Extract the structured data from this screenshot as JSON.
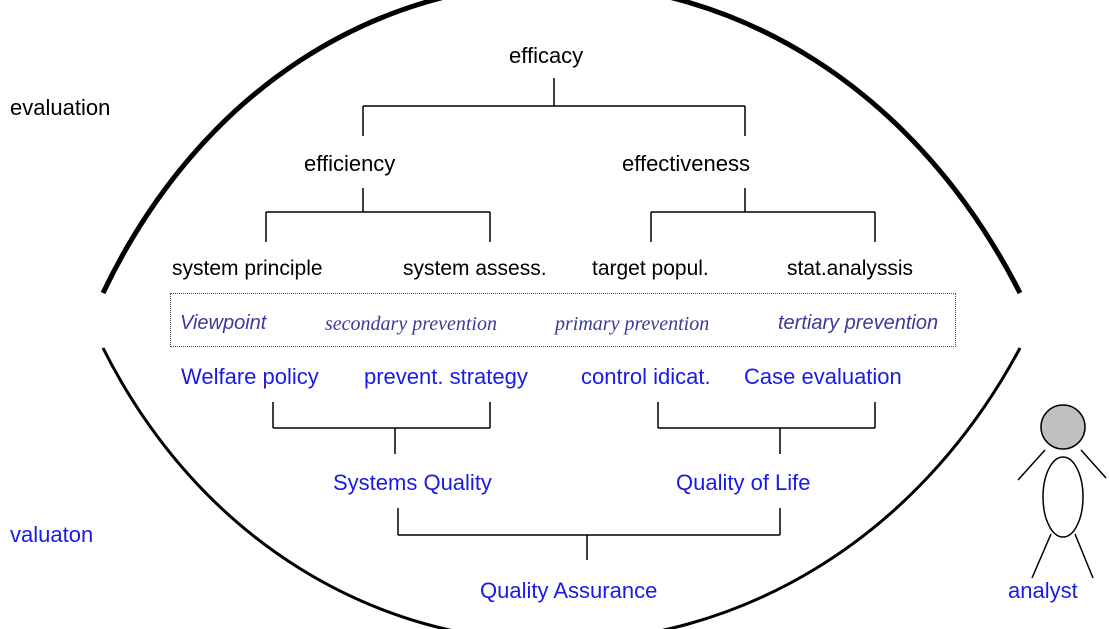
{
  "labels": {
    "evaluation": "evaluation",
    "valuation": "valuaton",
    "analyst": "analyst"
  },
  "top_tree": {
    "root": "efficacy",
    "left": "efficiency",
    "right": "effectiveness",
    "left_children": [
      "system principle",
      "system assess."
    ],
    "right_children": [
      "target popul.",
      "stat.analyssis"
    ]
  },
  "viewpoint_row": {
    "viewpoint": "Viewpoint",
    "secondary": "secondary prevention",
    "primary": "primary prevention",
    "tertiary": "tertiary prevention"
  },
  "bottom_tree": {
    "leaves": [
      "Welfare policy",
      "prevent. strategy",
      "control idicat.",
      "Case evaluation"
    ],
    "left": "Systems Quality",
    "right": "Quality of Life",
    "root": "Quality Assurance"
  },
  "colors": {
    "blue_text": "#1a1ae6",
    "italic_text": "#3a3a9a",
    "head_fill": "#c0c0c0"
  }
}
